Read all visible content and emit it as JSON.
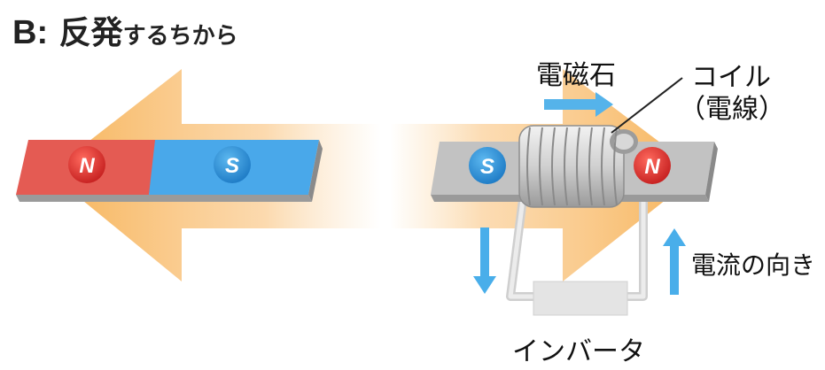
{
  "title": {
    "lead": "B:",
    "main": "反発",
    "rest": "するちから"
  },
  "magnet_left": {
    "pole_left": "N",
    "pole_right": "S"
  },
  "electromagnet": {
    "pole_left": "S",
    "pole_right": "N"
  },
  "labels": {
    "electromagnet": "電磁石",
    "coil_line1": "コイル",
    "coil_line2": "（電線）",
    "current_direction": "電流の向き",
    "inverter": "インバータ"
  },
  "colors": {
    "north": "#e8544e",
    "south": "#55aee8",
    "force_arrow": "#f8b860",
    "current_arrow": "#3aa6e6",
    "iron_core": "#bdbdbd"
  }
}
